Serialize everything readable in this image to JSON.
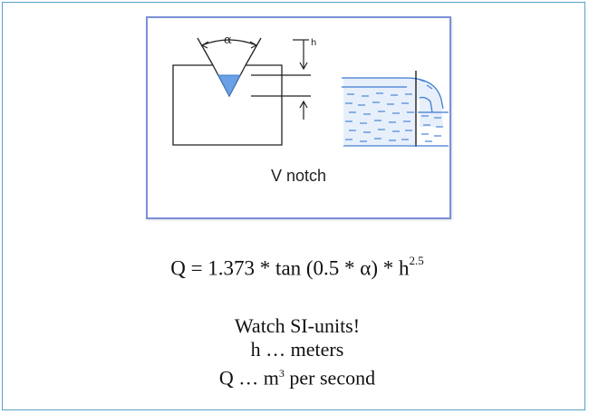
{
  "figure": {
    "caption": "V notch",
    "alpha_label": "α",
    "h_label": "h",
    "water_color": "#4a8ad8"
  },
  "formula": {
    "main": "Q = 1.373 * tan (0.5 * α) * h",
    "exponent": "2.5"
  },
  "notes": {
    "line1": "Watch SI-units!",
    "line2": "h … meters",
    "line3_prefix": "Q … m",
    "line3_sup": "3",
    "line3_suffix": " per second"
  }
}
